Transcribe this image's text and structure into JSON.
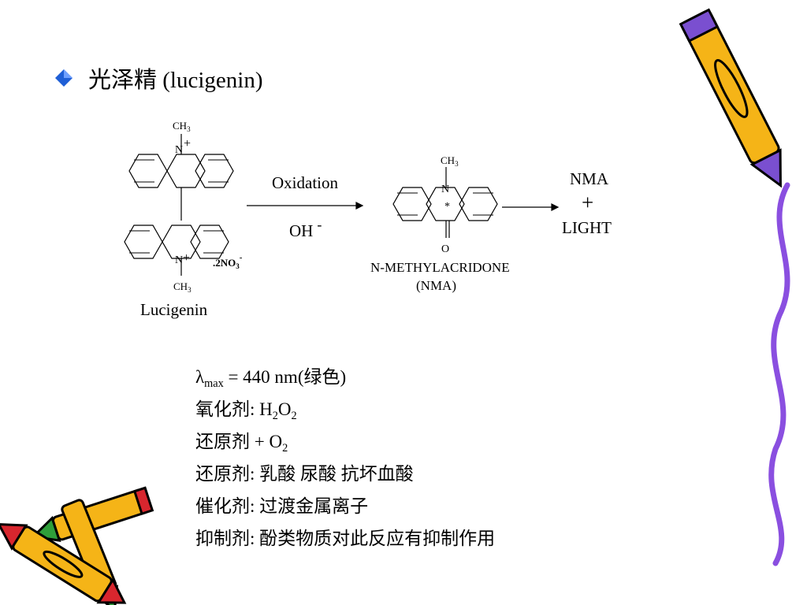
{
  "slide": {
    "title": "光泽精 (lucigenin)"
  },
  "scheme": {
    "lucigenin_label": "Lucigenin",
    "ch3": "CH",
    "ch3_sub": "3",
    "n_plus": "N",
    "plus": "+",
    "counterion": ".2NO",
    "counterion_sub": "3",
    "counterion_sup": "-",
    "arrow1_top": "Oxidation",
    "arrow1_bottom": "OH",
    "arrow1_bottom_sup": "-",
    "nma_n": "N",
    "nma_star": "*",
    "nma_o": "O",
    "nma_name": "N-METHYLACRIDONE",
    "nma_abbr": "(NMA)",
    "product_line1": "NMA",
    "product_line2": "+",
    "product_line3": "LIGHT"
  },
  "properties": {
    "lambda_symbol": "λ",
    "lambda_sub": "max",
    "lambda_rest": "= 440 nm(绿色)",
    "oxidant_label": "氧化剂:  H",
    "oxidant_sub1": "2",
    "oxidant_mid": "O",
    "oxidant_sub2": "2",
    "reductant_label": "还原剂 + O",
    "reductant_sub": "2",
    "reductant2": "还原剂: 乳酸  尿酸  抗坏血酸",
    "catalyst": "催化剂: 过渡金属离子",
    "inhibitor": "抑制剂: 酚类物质对此反应有抑制作用"
  },
  "colors": {
    "bullet": "#1f5fd6",
    "pencil_body": "#f5b417",
    "pencil_tip_purple": "#7a4fd0",
    "pencil_tip_green": "#2f9e3a",
    "pencil_tip_red": "#d8262e",
    "squiggle": "#8a4fe0"
  }
}
